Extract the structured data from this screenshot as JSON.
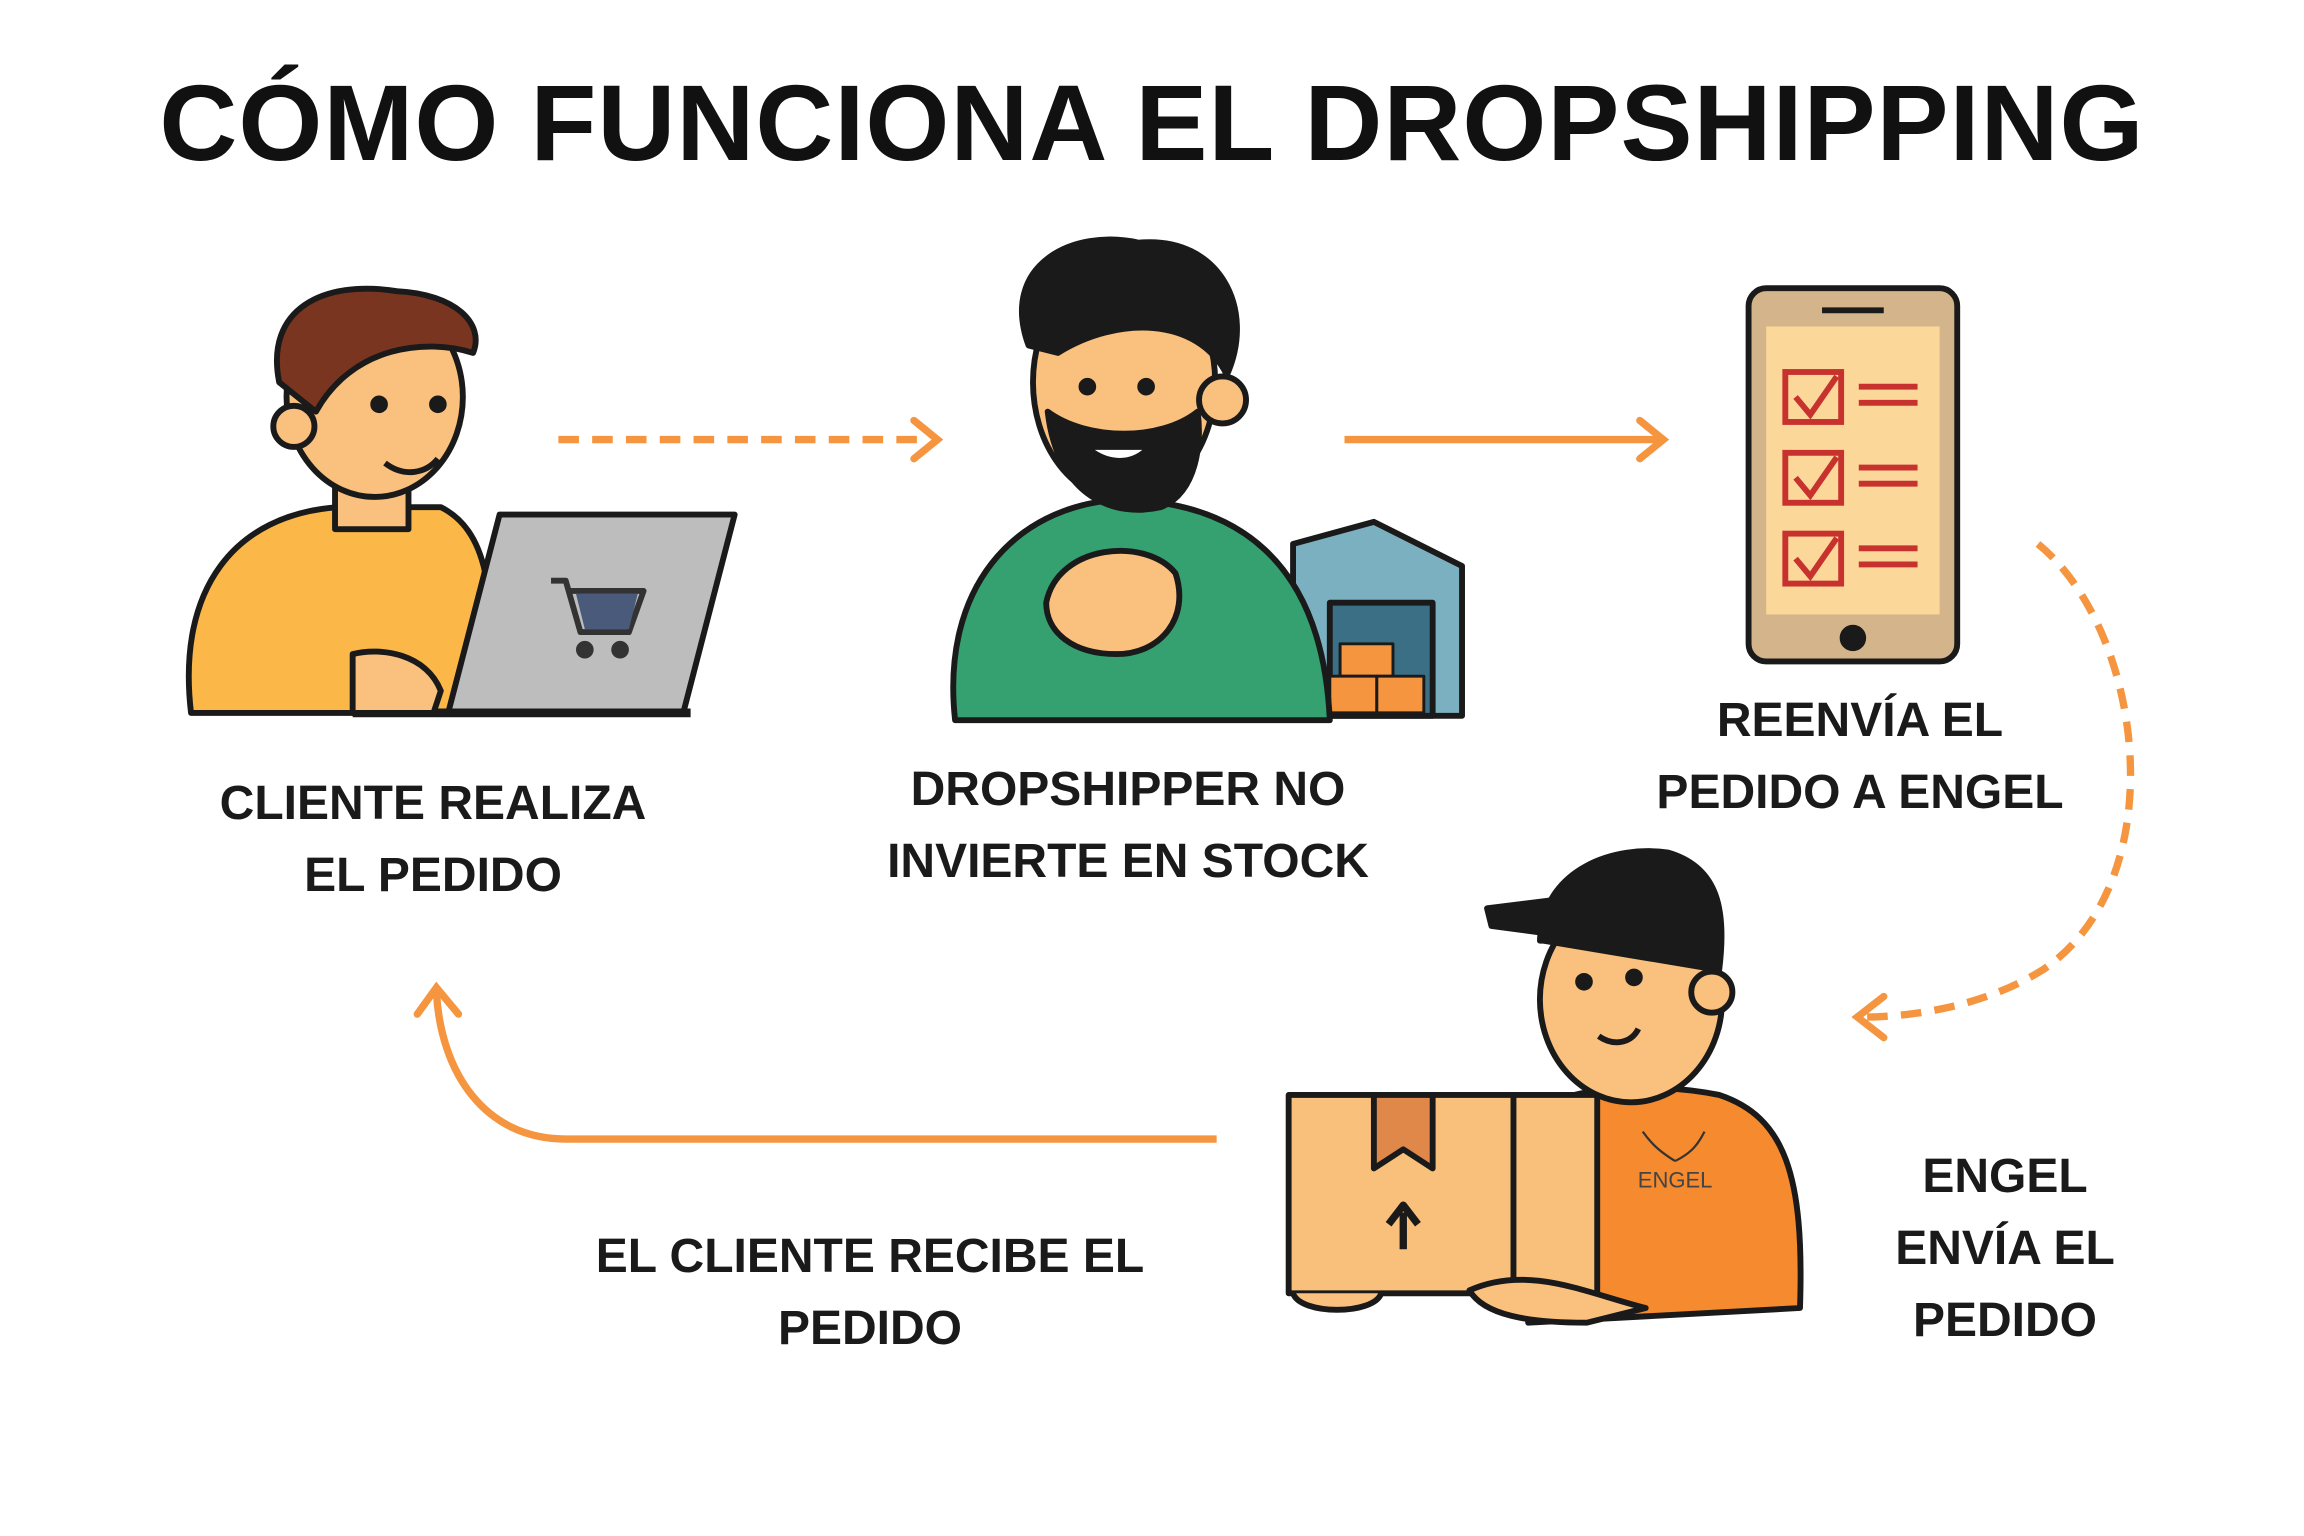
{
  "title": "CÓMO FUNCIONA EL DROPSHIPPING",
  "steps": [
    {
      "lines": [
        "CLIENTE REALIZA",
        "EL PEDIDO"
      ]
    },
    {
      "lines": [
        "DROPSHIPPER NO",
        "INVIERTE EN STOCK"
      ]
    },
    {
      "lines": [
        "REENVÍA EL",
        "PEDIDO A ENGEL"
      ]
    },
    {
      "lines": [
        "ENGEL",
        "ENVÍA EL",
        "PEDIDO"
      ]
    },
    {
      "lines": [
        "EL CLIENTE RECIBE EL",
        "PEDIDO"
      ]
    }
  ],
  "logo_text": "ENGEL",
  "colors": {
    "arrow": "#f5953f",
    "text": "#111111",
    "shirt_customer": "#fbb848",
    "shirt_dropshipper": "#35a070",
    "shirt_courier": "#f58a2e",
    "box": "#f8c07a"
  }
}
